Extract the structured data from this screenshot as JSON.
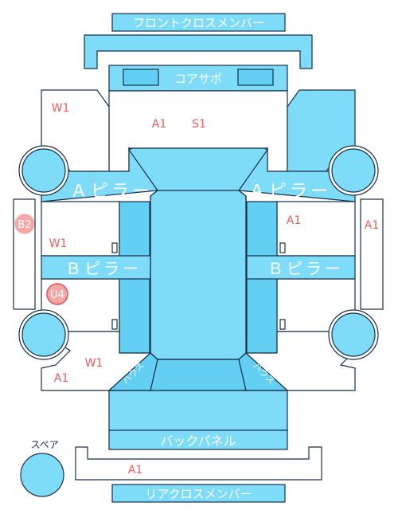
{
  "labels": {
    "front_cross_member": "フロントクロスメンバー",
    "core_support": "コアサポ",
    "a_pillar_left": "Ａピラー",
    "a_pillar_right": "Ａピラー",
    "b_pillar_left": "Ｂピラー",
    "b_pillar_right": "Ｂピラー",
    "back_panel": "バックパネル",
    "rear_cross_member": "リアクロスメンバー",
    "spare": "スペア",
    "house_left": "ハウス",
    "house_right": "ハウス"
  },
  "markers": {
    "front_left_door": "W1",
    "front_a1": "A1",
    "front_s1": "S1",
    "left_rocker": "B2",
    "left_front_quarter": "W1",
    "right_front_door": "A1",
    "right_rocker": "A1",
    "left_rear_door": "U4",
    "left_rear_w": "W1",
    "left_rear_a": "A1",
    "rear_member": "A1"
  },
  "colors": {
    "panel": "#7fdcf9",
    "panel_dark": "#63d0f3",
    "outline": "#17304a",
    "label_text": "#ffffff",
    "damage_text": "#f05a5a",
    "badge_fill": "#f7a7a7"
  }
}
